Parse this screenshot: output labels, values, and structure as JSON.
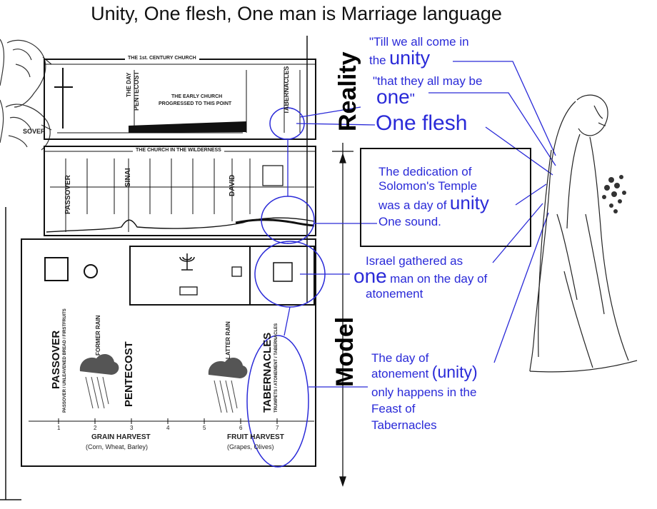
{
  "title": "Unity, One flesh, One man is Marriage language",
  "chart": {
    "top_panel_title": "THE 1st. CENTURY CHURCH",
    "top_pentecost": "PENTECOST",
    "top_the_day": "THE DAY",
    "top_early_church_1": "THE EARLY CHURCH",
    "top_early_church_2": "PROGRESSED TO THIS POINT",
    "top_tabernacles": "TABERNACLES",
    "top_passover": "SOVER",
    "mid_panel_title": "THE CHURCH IN THE WILDERNESS",
    "mid_passover": "PASSOVER",
    "mid_sinai": "SINAI",
    "mid_david": "DAVID",
    "feast_passover": "PASSOVER",
    "feast_passover_sub": "PASSOVER / UNLEAVENED BREAD / FIRSTFRUITS",
    "feast_pentecost": "PENTECOST",
    "feast_tabernacles": "TABERNACLES",
    "feast_tabernacles_sub": "TRUMPETS / ATONEMENT / TABERNACLES",
    "former_rain": "FORMER RAIN",
    "latter_rain": "LATTER RAIN",
    "grain_harvest": "GRAIN HARVEST",
    "grain_harvest_sub": "(Corn, Wheat, Barley)",
    "fruit_harvest": "FRUIT HARVEST",
    "fruit_harvest_sub": "(Grapes, Olives)",
    "months": [
      "1",
      "2",
      "3",
      "4",
      "5",
      "6",
      "7"
    ]
  },
  "sidebar": {
    "reality": "Reality",
    "model": "Model"
  },
  "annotations": {
    "till_1": "\"Till we all come in",
    "till_2": "the",
    "till_unity": "unity",
    "that_1": "\"that they all may be",
    "that_one": "one",
    "that_quote": "\"",
    "one_flesh": "One flesh",
    "dedication_1": "The dedication of",
    "dedication_2": "Solomon's Temple",
    "dedication_3": "was a day of",
    "dedication_unity": "unity",
    "dedication_4": "One sound.",
    "israel_1": "Israel gathered as",
    "israel_one": "one",
    "israel_2": "man on the day of",
    "israel_3": "atonement",
    "day_1": "The day of",
    "day_2": "atonement",
    "day_unity": "(unity)",
    "day_3": "only happens in the",
    "day_4": "Feast of",
    "day_5": "Tabernacles"
  },
  "colors": {
    "annotation": "#2a2ad8",
    "ink": "#111111"
  }
}
